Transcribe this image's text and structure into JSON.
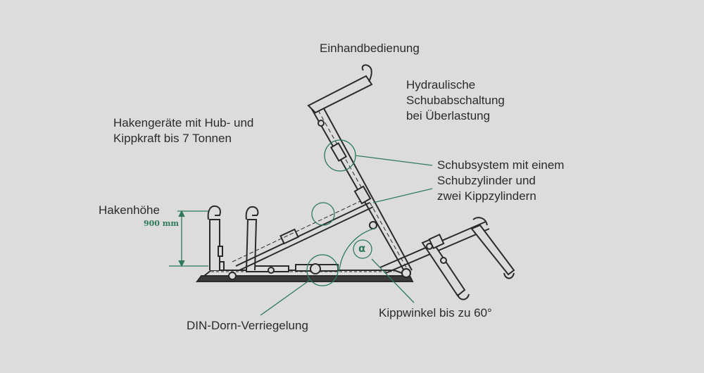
{
  "labels": {
    "einhand": "Einhandbedienung",
    "hydraulische": "Hydraulische\nSchubabschaltung\nbei Überlastung",
    "hakengeraete": "Hakengeräte mit Hub- und\nKippkraft bis 7 Tonnen",
    "schubsystem": "Schubsystem mit einem\nSchubzylinder und\nzwei Kippzylindern",
    "hakenhoehe": "Hakenhöhe",
    "din_dorn": "DIN-Dorn-Verriegelung",
    "kippwinkel": "Kippwinkel bis zu 60°"
  },
  "dimension": {
    "height_label": "900 mm"
  },
  "angle_symbol": "α",
  "colors": {
    "background": "#dcdcdc",
    "accent_green": "#2e7a5a",
    "linework": "#2a2a2a",
    "text": "#2b2b2b"
  }
}
